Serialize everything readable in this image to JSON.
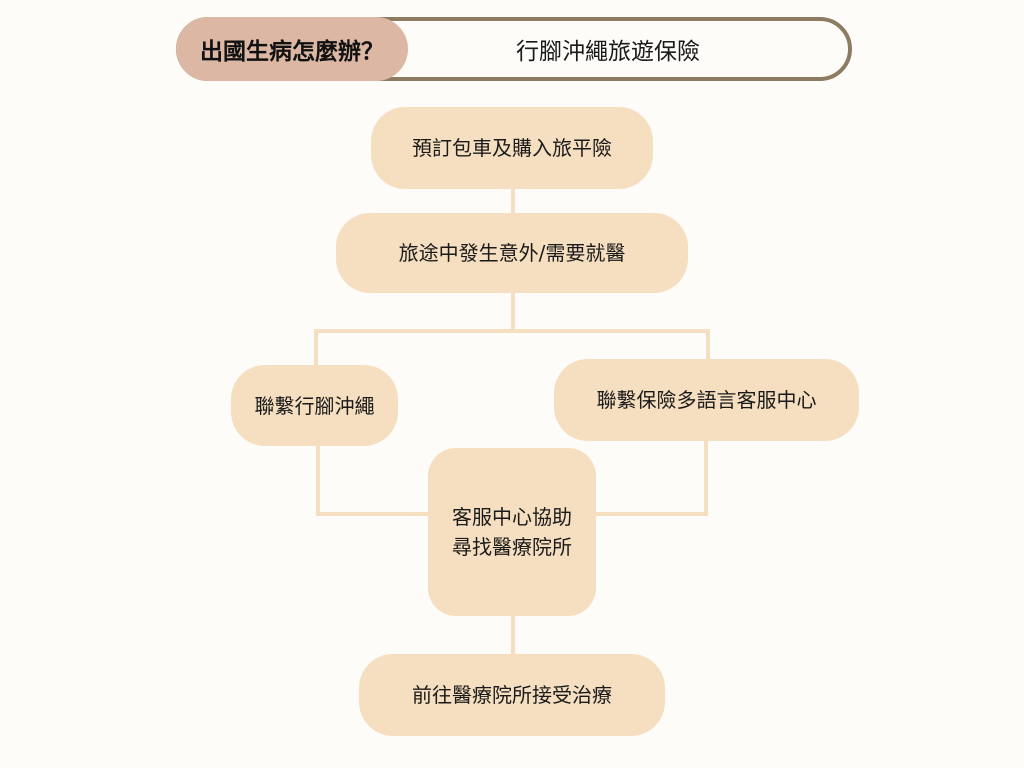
{
  "header": {
    "tag": "出國生病怎麼辦？",
    "title": "行腳沖繩旅遊保險"
  },
  "flow": {
    "step1": "預訂包車及購入旅平險",
    "step2": "旅途中發生意外/需要就醫",
    "contact_left": "聯繫行腳沖繩",
    "contact_right": "聯繫保險多語言客服中心",
    "assist": "客服中心協助\n尋找醫療院所",
    "final": "前往醫療院所接受治療"
  },
  "colors": {
    "node_fill": "#f5dfc0",
    "connector": "#f5dfc0",
    "header_tag_fill": "#dbb7a4",
    "header_border": "#8d7b62"
  }
}
